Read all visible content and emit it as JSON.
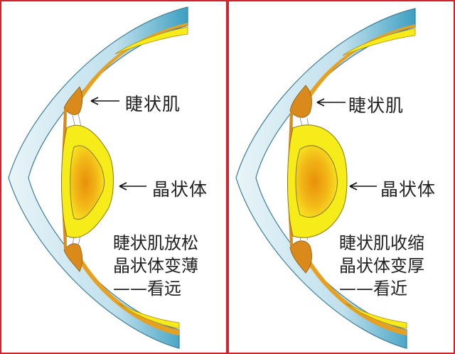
{
  "left_panel": {
    "ciliary_label": "睫状肌",
    "lens_label": "晶状体",
    "caption": [
      "睫状肌放松",
      "晶状体变薄",
      "——看远"
    ]
  },
  "right_panel": {
    "ciliary_label": "睫状肌",
    "lens_label": "晶状体",
    "caption": [
      "睫状肌收缩",
      "晶状体变厚",
      "——看近"
    ]
  },
  "colors": {
    "border": "#d2232a",
    "sclera": "#4aa8c8",
    "lens": "#f5ec1a",
    "muscle": "#d98a1a"
  }
}
